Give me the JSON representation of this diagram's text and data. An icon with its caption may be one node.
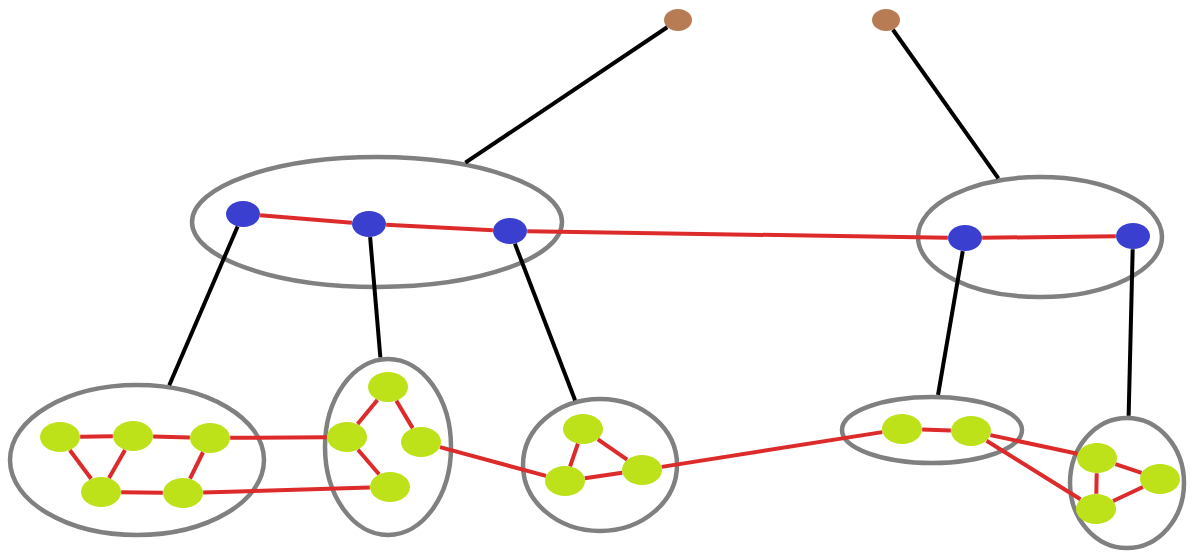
{
  "diagram": {
    "nodes": [
      {
        "text": [],
        "shape": "circle"
      },
      {
        "text": [],
        "shape": "circle"
      },
      {
        "text": [],
        "shape": "ellipse"
      },
      {
        "text": [],
        "shape": "circle",
        "in": 2
      },
      {
        "text": [],
        "shape": "circle",
        "in": 2
      },
      {
        "text": [],
        "shape": "circle",
        "in": 2
      },
      {
        "text": [],
        "shape": "ellipse"
      },
      {
        "text": [],
        "shape": "circle",
        "in": 6
      },
      {
        "text": [],
        "shape": "circle",
        "in": 6
      },
      {
        "text": [],
        "shape": "ellipse"
      },
      {
        "text": [],
        "shape": "circle",
        "in": 9
      },
      {
        "text": [],
        "shape": "circle",
        "in": 9
      },
      {
        "text": [],
        "shape": "circle",
        "in": 9
      },
      {
        "text": [],
        "shape": "circle",
        "in": 9
      },
      {
        "text": [],
        "shape": "circle",
        "in": 9
      },
      {
        "text": [],
        "shape": "ellipse"
      },
      {
        "text": [],
        "shape": "circle",
        "in": 15
      },
      {
        "text": [],
        "shape": "circle",
        "in": 15
      },
      {
        "text": [],
        "shape": "circle",
        "in": 15
      },
      {
        "text": [],
        "shape": "circle",
        "in": 15
      },
      {
        "text": [],
        "shape": "ellipse"
      },
      {
        "text": [],
        "shape": "circle",
        "in": 20
      },
      {
        "text": [],
        "shape": "circle",
        "in": 20
      },
      {
        "text": [],
        "shape": "circle",
        "in": 20
      },
      {
        "text": [],
        "shape": "ellipse"
      },
      {
        "text": [],
        "shape": "circle",
        "in": 24
      },
      {
        "text": [],
        "shape": "circle",
        "in": 24
      },
      {
        "text": [],
        "shape": "ellipse"
      },
      {
        "text": [],
        "shape": "circle",
        "in": 27
      },
      {
        "text": [],
        "shape": "circle",
        "in": 27
      },
      {
        "text": [],
        "shape": "circle",
        "in": 27
      }
    ],
    "edges": [
      {
        "from": 0,
        "to": 2,
        "arrow": "none",
        "color": "#000000"
      },
      {
        "from": 1,
        "to": 6,
        "arrow": "none",
        "color": "#000000"
      },
      {
        "from": 3,
        "to": 4,
        "arrow": "none"
      },
      {
        "from": 4,
        "to": 5,
        "arrow": "none"
      },
      {
        "from": 5,
        "to": 7,
        "arrow": "none"
      },
      {
        "from": 7,
        "to": 8,
        "arrow": "none"
      },
      {
        "from": 3,
        "to": 9,
        "arrow": "none",
        "color": "#000000"
      },
      {
        "from": 4,
        "to": 15,
        "arrow": "none",
        "color": "#000000"
      },
      {
        "from": 5,
        "to": 20,
        "arrow": "none",
        "color": "#000000"
      },
      {
        "from": 7,
        "to": 24,
        "arrow": "none",
        "color": "#000000"
      },
      {
        "from": 8,
        "to": 27,
        "arrow": "none",
        "color": "#000000"
      },
      {
        "from": 10,
        "to": 11,
        "arrow": "none"
      },
      {
        "from": 11,
        "to": 12,
        "arrow": "none"
      },
      {
        "from": 10,
        "to": 13,
        "arrow": "none"
      },
      {
        "from": 11,
        "to": 13,
        "arrow": "none"
      },
      {
        "from": 12,
        "to": 14,
        "arrow": "none"
      },
      {
        "from": 13,
        "to": 14,
        "arrow": "none"
      },
      {
        "from": 12,
        "to": 17,
        "arrow": "none"
      },
      {
        "from": 14,
        "to": 19,
        "arrow": "none"
      },
      {
        "from": 16,
        "to": 17,
        "arrow": "none"
      },
      {
        "from": 16,
        "to": 18,
        "arrow": "none"
      },
      {
        "from": 17,
        "to": 19,
        "arrow": "none"
      },
      {
        "from": 18,
        "to": 22,
        "arrow": "none"
      },
      {
        "from": 21,
        "to": 22,
        "arrow": "none"
      },
      {
        "from": 21,
        "to": 23,
        "arrow": "none"
      },
      {
        "from": 22,
        "to": 23,
        "arrow": "none"
      },
      {
        "from": 23,
        "to": 25,
        "arrow": "none"
      },
      {
        "from": 25,
        "to": 26,
        "arrow": "none"
      },
      {
        "from": 26,
        "to": 28,
        "arrow": "none"
      },
      {
        "from": 26,
        "to": 30,
        "arrow": "none"
      },
      {
        "from": 28,
        "to": 29,
        "arrow": "none"
      },
      {
        "from": 28,
        "to": 30,
        "arrow": "none"
      },
      {
        "from": 30,
        "to": 29,
        "arrow": "none"
      }
    ]
  }
}
